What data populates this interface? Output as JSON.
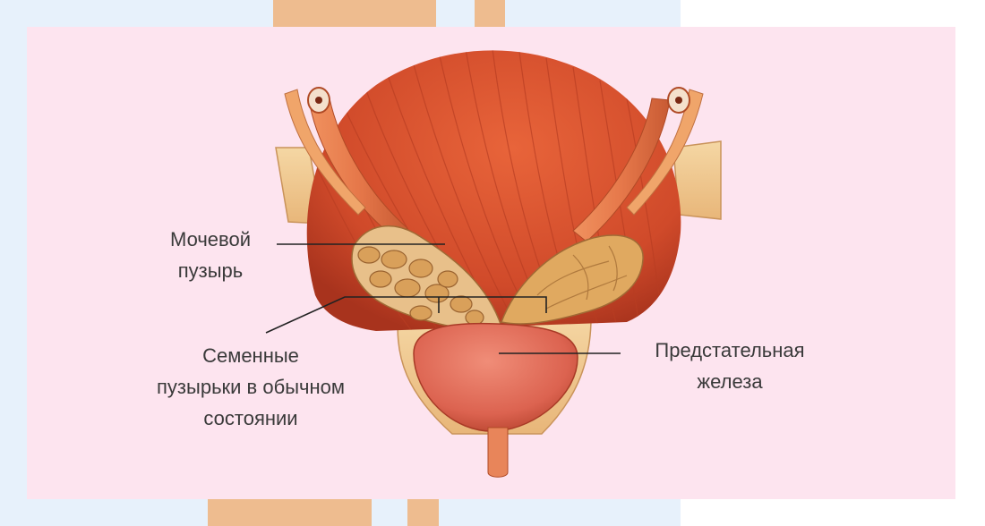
{
  "labels": {
    "bladder": [
      "Мочевой",
      "пузырь"
    ],
    "vesicles": [
      "Семенные",
      "пузырьки в обычном",
      "состоянии"
    ],
    "prostate": [
      "Предстательная",
      "железа"
    ]
  },
  "colors": {
    "background_left": "#e7f1fb",
    "stripe": "#eebc8f",
    "card": "#fde4ef",
    "bladder_muscle": "#d9512e",
    "prostate": "#e2705a",
    "vesicles": "#d9a35e",
    "pelvis_tissue": "#f0cc95",
    "leader_line": "#222222",
    "text": "#3a3a3a"
  }
}
